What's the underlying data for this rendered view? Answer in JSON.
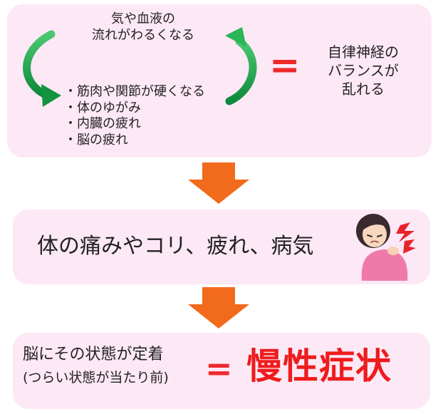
{
  "cycle": {
    "top_lines": [
      "気や血液の",
      "流れがわるくなる"
    ],
    "effects": [
      "・筋肉や関節が硬くなる",
      "・体のゆがみ",
      "・内臓の疲れ",
      "・脳の疲れ"
    ],
    "equals": "=",
    "result_lines": [
      "自律神経の",
      "バランスが",
      "乱れる"
    ]
  },
  "symptoms": {
    "text": "体の痛みやコリ、疲れ、病気"
  },
  "conclusion": {
    "line1": "脳にその状態が定着",
    "line2": "(つらい状態が当たり前)",
    "equals": "=",
    "result": "慢性症状"
  },
  "colors": {
    "panel": "#fde8f6",
    "arrow_orange": "#f26a1b",
    "cycle_arrow_green": "#1aa34a",
    "accent_red": "#ee1c1c"
  },
  "icons": {
    "cycle_arrows": "circular-green-arrows",
    "flow_arrows": "orange-down-arrow",
    "person": "woman-with-neck-pain-illustration"
  }
}
